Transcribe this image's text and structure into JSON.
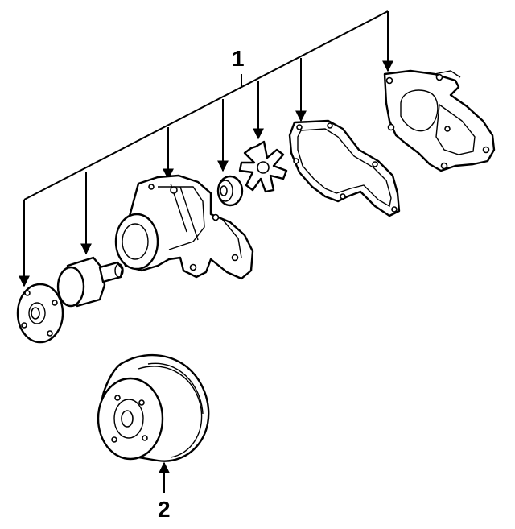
{
  "callouts": {
    "water_pump_assembly": "1",
    "pulley": "2"
  },
  "colors": {
    "line": "#000000",
    "background": "#ffffff"
  },
  "components": [
    "flange-hub",
    "bearing-shaft",
    "pump-housing",
    "seal",
    "impeller",
    "gasket",
    "cover-plate",
    "pulley"
  ]
}
